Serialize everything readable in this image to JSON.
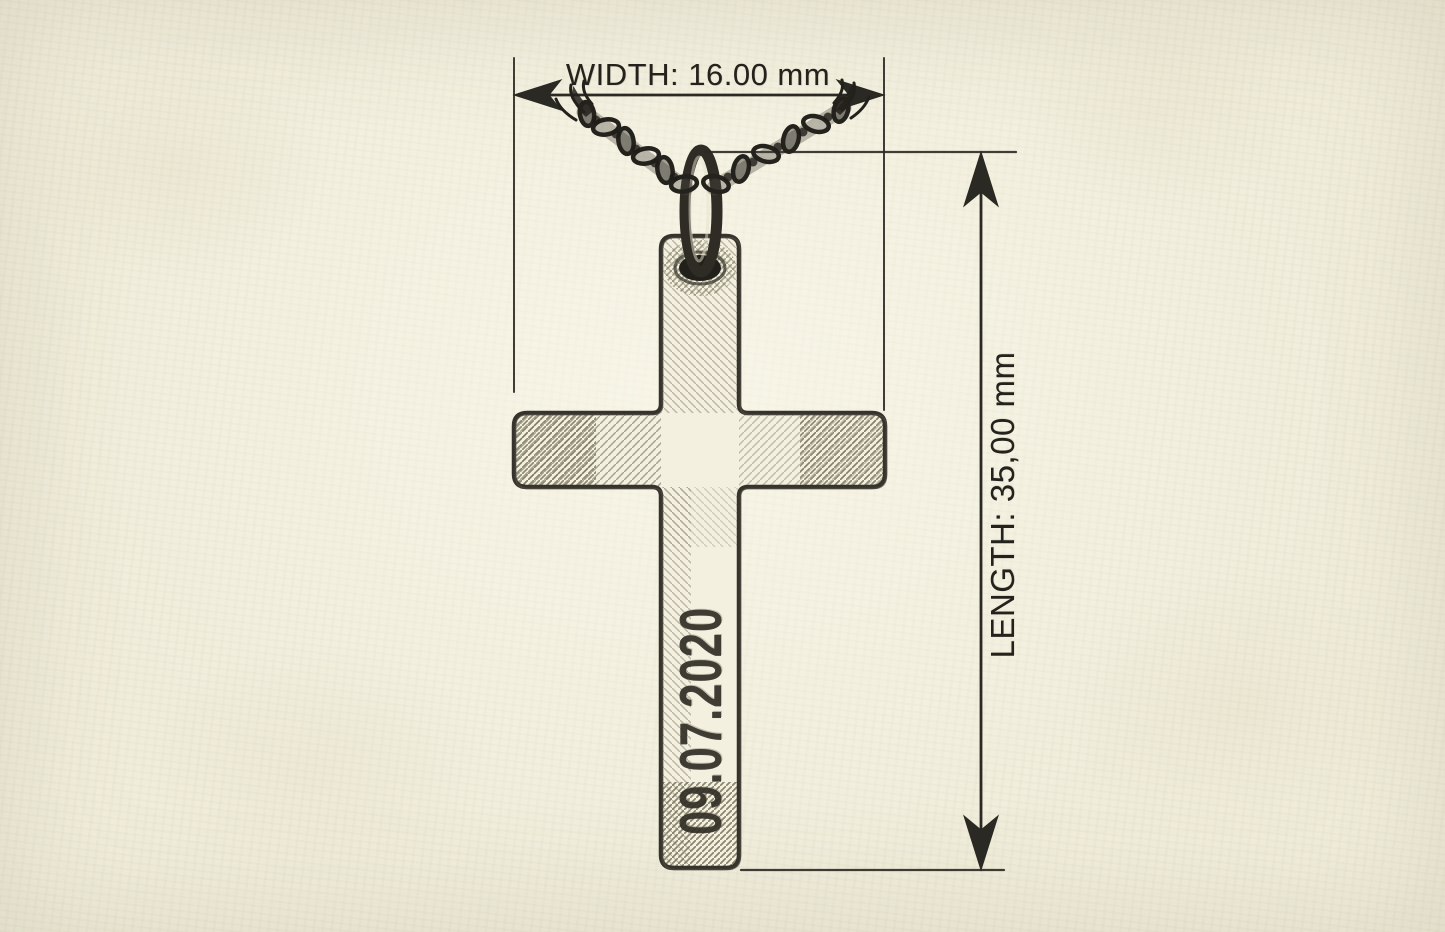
{
  "drawing": {
    "subject": "cross pendant with chain - pencil technical sketch",
    "width_dimension": {
      "label": "WIDTH: 16.00 mm",
      "value": "16.00",
      "unit": "mm"
    },
    "length_dimension": {
      "label": "LENGTH: 35,00 mm",
      "value": "35,00",
      "unit": "mm"
    },
    "engraving": {
      "text": "09.07.2020"
    },
    "colors": {
      "paper": "#f0eddb",
      "ink": "#2b2923",
      "cross_fill": "#f3f0e0",
      "hatch": "#8d8873"
    }
  }
}
